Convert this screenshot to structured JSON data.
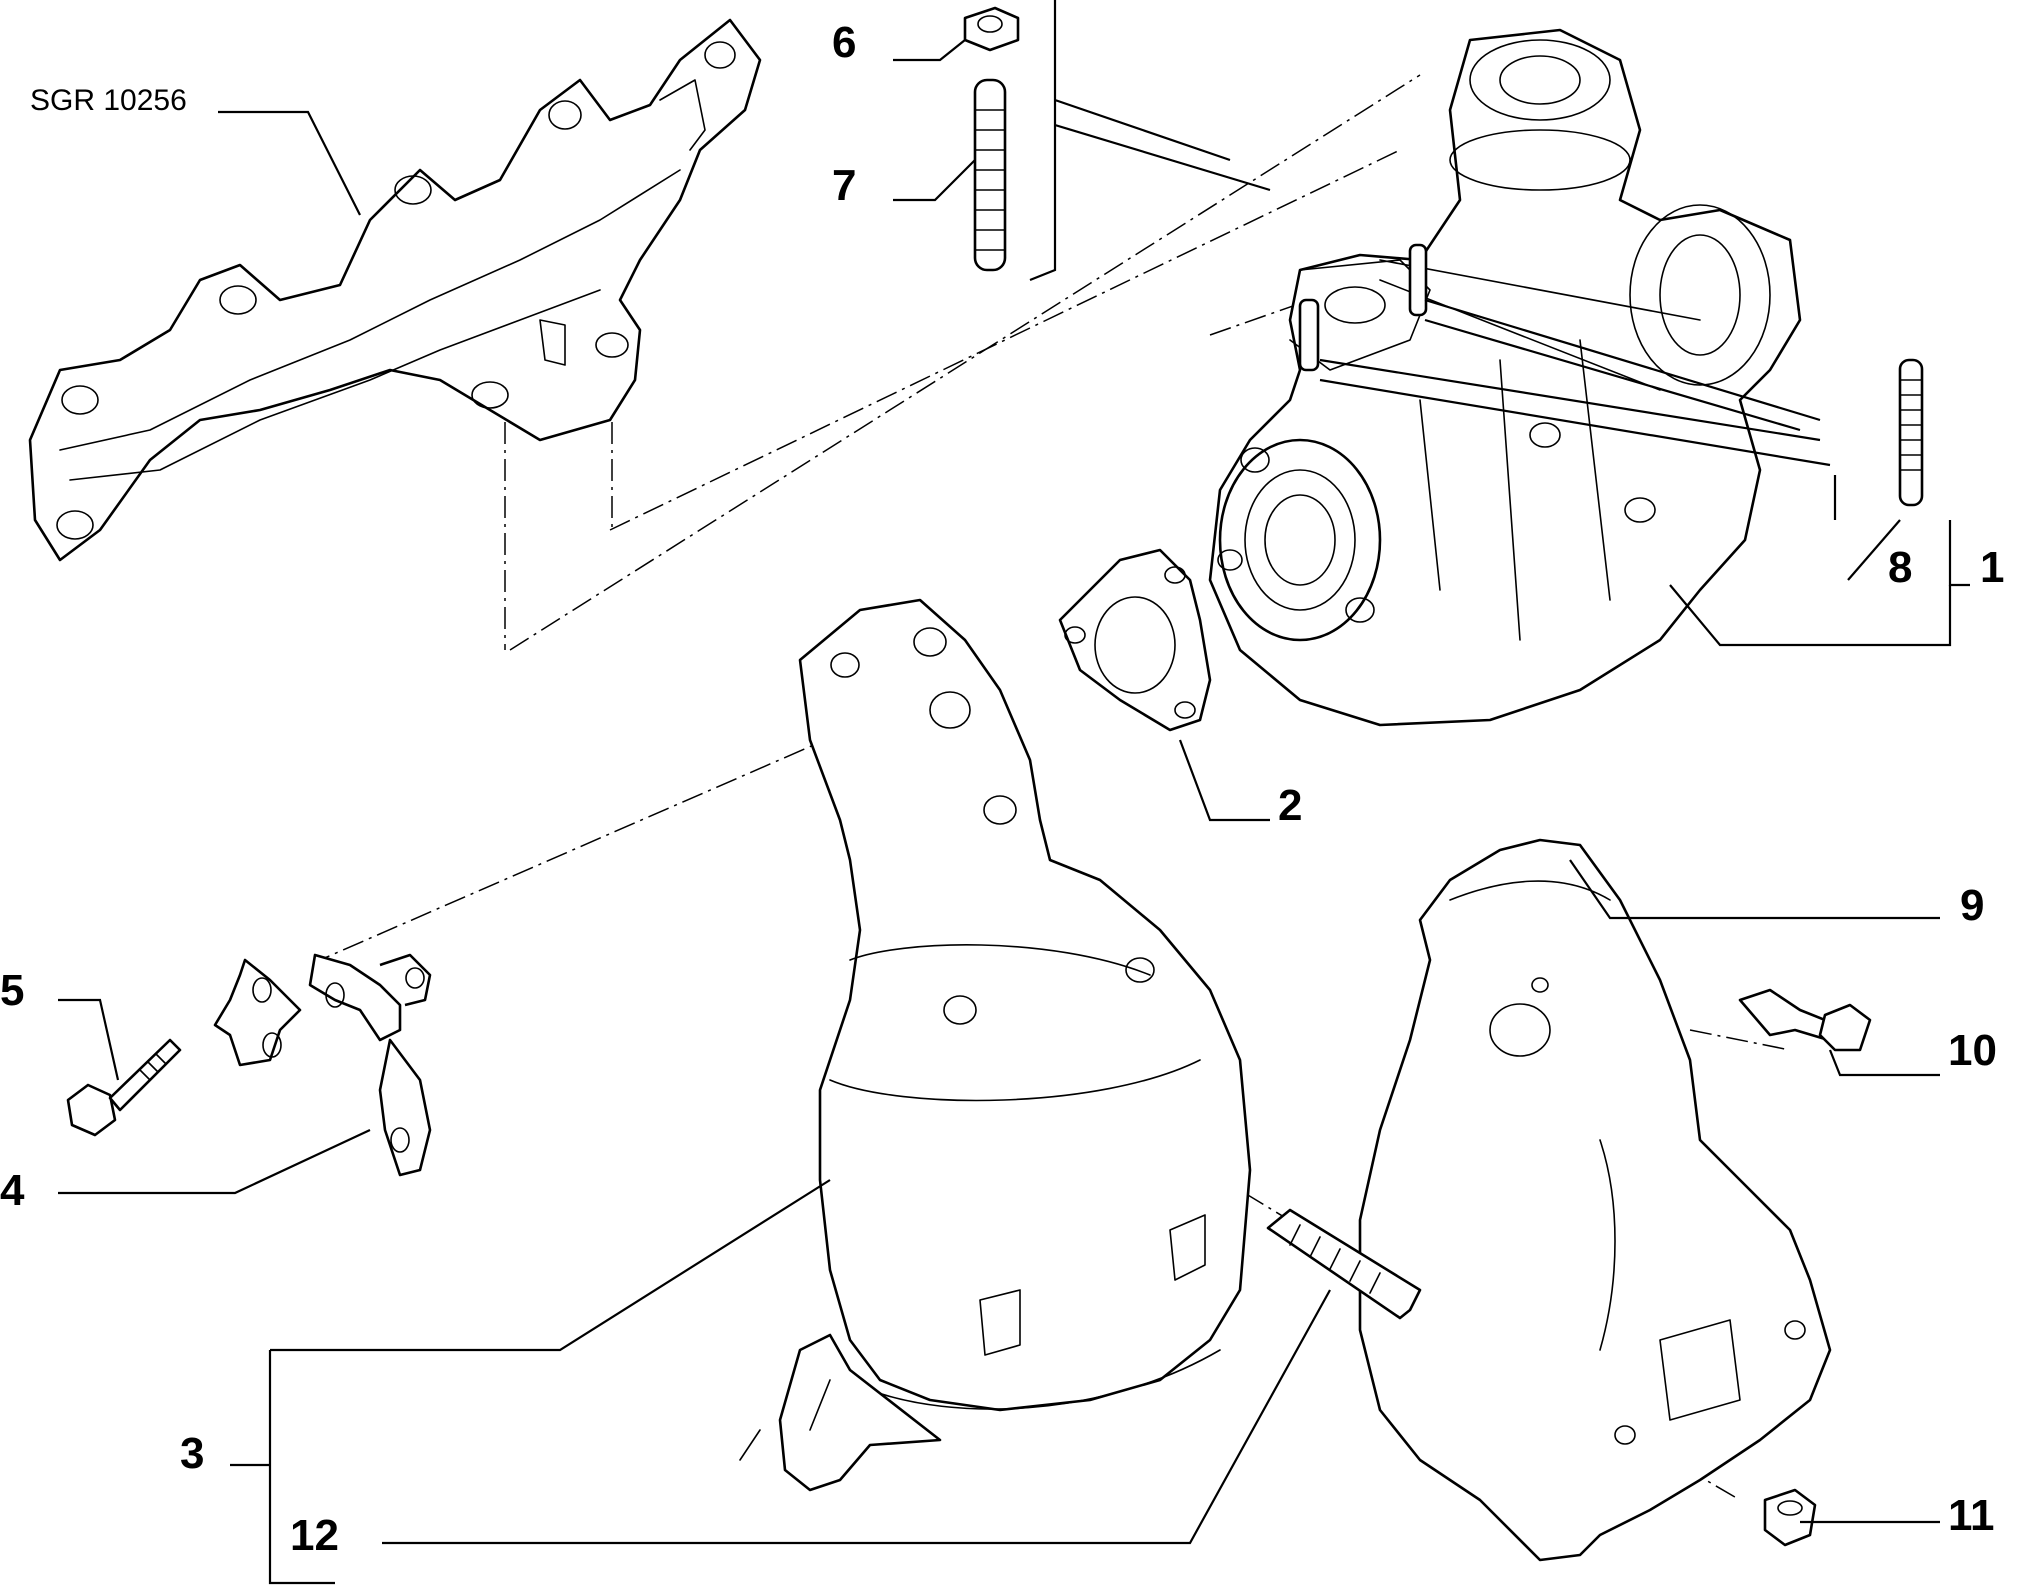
{
  "reference_code": "SGR 10256",
  "callouts": {
    "c1": "1",
    "c2": "2",
    "c3": "3",
    "c4": "4",
    "c5": "5",
    "c6": "6",
    "c7": "7",
    "c8": "8",
    "c9": "9",
    "c10": "10",
    "c11": "11",
    "c12": "12"
  }
}
